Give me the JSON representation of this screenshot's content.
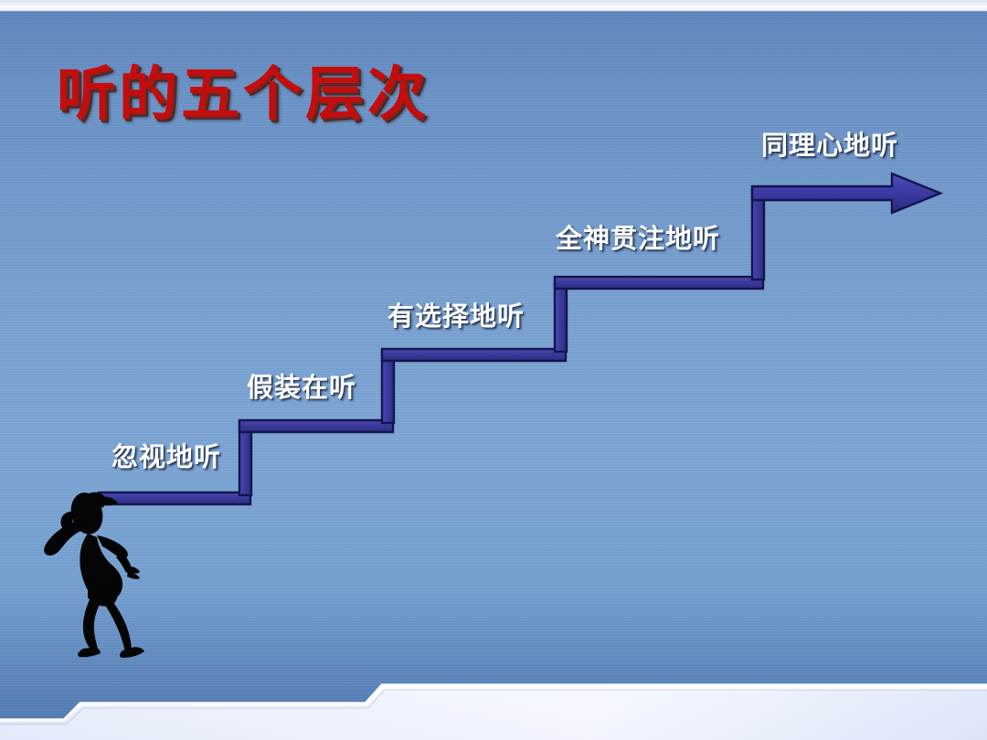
{
  "slide": {
    "title": "听的五个层次",
    "title_color": "#c40d0d",
    "background_top_color": "#5f87bd",
    "background_mid_color": "#7ea7d6",
    "background_bottom_color": "#4e79b3",
    "stair_stroke_color": "#1b1b5a",
    "stair_fill_color": "#3b3b9e",
    "label_color": "#ffffff"
  },
  "steps": [
    {
      "id": "step-1",
      "label": "忽视地听",
      "level": 1
    },
    {
      "id": "step-2",
      "label": "假装在听",
      "level": 2
    },
    {
      "id": "step-3",
      "label": "有选择地听",
      "level": 3
    },
    {
      "id": "step-4",
      "label": "全神贯注地听",
      "level": 4
    },
    {
      "id": "step-5",
      "label": "同理心地听",
      "level": 5
    }
  ],
  "figure": {
    "name": "listening-person-silhouette",
    "color": "#000000"
  },
  "decoration": {
    "bottom_band": "stepped-white-band",
    "top_band": "light-strip"
  },
  "arrow": {
    "name": "right-arrow",
    "direction": "right"
  }
}
